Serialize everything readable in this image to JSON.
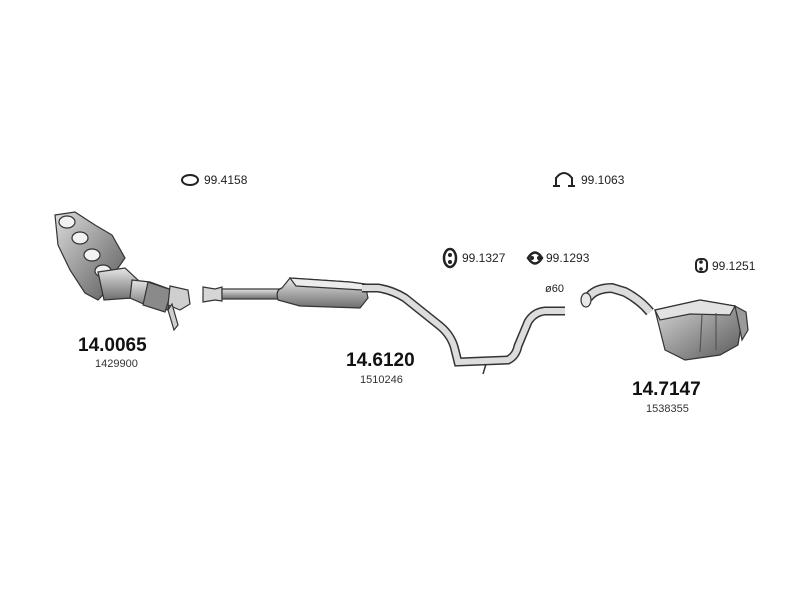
{
  "parts": {
    "manifold": {
      "part_no": "14.0065",
      "oem_no": "1429900"
    },
    "middle_pipe": {
      "part_no": "14.6120",
      "oem_no": "1510246"
    },
    "rear_silencer": {
      "part_no": "14.7147",
      "oem_no": "1538355"
    }
  },
  "accessories": {
    "gasket_ring": "99.4158",
    "clamp": "99.1063",
    "hanger_a": "99.1327",
    "hanger_b": "99.1293",
    "hanger_c": "99.1251"
  },
  "pipe_diameter": "ø60",
  "icons": [
    "ring-gasket-icon",
    "clamp-icon",
    "rubber-hanger-icon"
  ]
}
